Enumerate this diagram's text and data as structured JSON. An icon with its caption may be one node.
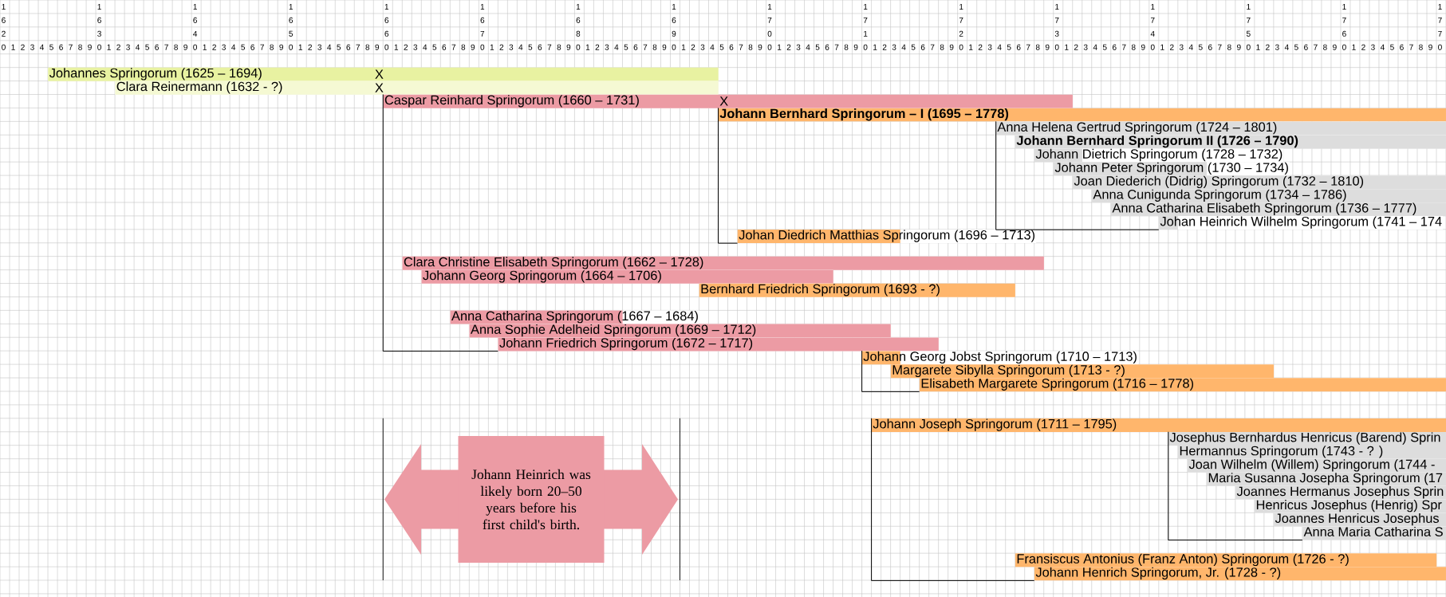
{
  "diagram": {
    "nodes": [
      {
        "text": [
          "Johannes Springorum (1625 – 1694)"
        ]
      },
      {
        "text": [
          "Clara Reinermann (1632 - ?)"
        ]
      },
      {
        "text": [
          "Caspar Reinhard Springorum (1660 – 1731)"
        ]
      },
      {
        "text": [
          "Johann Bernhard Springorum – I (1695 – 1778)"
        ]
      },
      {
        "text": [
          "Anna Helena Gertrud Springorum (1724 – 1801)"
        ]
      },
      {
        "text": [
          "Johann Bernhard Springorum II (1726 – 1790)"
        ]
      },
      {
        "text": [
          "Johann Dietrich Springorum (1728 – 1732)"
        ]
      },
      {
        "text": [
          "Johann Peter Springorum (1730 – 1734)"
        ]
      },
      {
        "text": [
          "Joan Diederich (Didrig) Springorum (1732 – 1810)"
        ]
      },
      {
        "text": [
          "Anna Cunigunda Springorum (1734 – 1786)"
        ]
      },
      {
        "text": [
          "Anna Catharina Elisabeth Springorum (1736 – 1777)"
        ]
      },
      {
        "text": [
          "Johan Heinrich Wilhelm Springorum (1741 – 174"
        ]
      },
      {
        "text": [
          "Johan Diedrich Matthias Springorum (1696 – 1713)"
        ]
      },
      {
        "text": [
          "Clara Christine Elisabeth Springorum (1662 – 1728)"
        ]
      },
      {
        "text": [
          "Johann Georg Springorum (1664 – 1706)"
        ]
      },
      {
        "text": [
          "Bernhard Friedrich Springorum (1693 - ?)"
        ]
      },
      {
        "text": [
          "Anna Catharina Springorum (1667 – 1684)"
        ]
      },
      {
        "text": [
          "Anna Sophie Adelheid Springorum (1669 – 1712)"
        ]
      },
      {
        "text": [
          "Johann Friedrich Springorum (1672 – 1717)"
        ]
      },
      {
        "text": [
          "Johann Georg Jobst Springorum (1710 – 1713)"
        ]
      },
      {
        "text": [
          "Margarete Sibylla Springorum (1713 - ?)"
        ]
      },
      {
        "text": [
          "Elisabeth Margarete Springorum (1716 – 1778)"
        ]
      },
      {
        "text": [
          "Johann Joseph Springorum (1711 – 1795)"
        ]
      },
      {
        "text": [
          "Josephus Bernhardus Henricus (Barend) Sprin"
        ]
      },
      {
        "text": [
          "Hermannus Springorum (1743 - ? )"
        ]
      },
      {
        "text": [
          "Joan Wilhelm (Willem) Springorum (1744 -"
        ]
      },
      {
        "text": [
          "Maria Susanna Josepha Springorum (17"
        ]
      },
      {
        "text": [
          "Joannes Hermanus Josephus Sprin"
        ]
      },
      {
        "text": [
          "Henricus Josephus (Henrig) Spr"
        ]
      },
      {
        "text": [
          "Joannes Henricus Josephus"
        ]
      },
      {
        "text": [
          "Anna Maria Catharina S"
        ]
      },
      {
        "text": [
          "Fransiscus Antonius (Franz Anton) Springorum (1726 - ?)"
        ]
      },
      {
        "text": [
          "Johann Henrich Springorum, Jr. (1728 - ?)"
        ]
      },
      {
        "text": [
          "Johann Heinrich was likely born 20–50 years before his first child's birth."
        ]
      }
    ],
    "edges": [
      {
        "from": 2,
        "to": 18,
        "arrow": "none"
      },
      {
        "from": 3,
        "to": 12,
        "arrow": "none"
      },
      {
        "from": 4,
        "to": 11,
        "arrow": "none"
      },
      {
        "from": 19,
        "to": 21,
        "arrow": "none"
      },
      {
        "from": 22,
        "to": 32,
        "arrow": "none"
      },
      {
        "from": 23,
        "to": 30,
        "arrow": "none"
      }
    ],
    "labels": [
      "1",
      "1",
      "1",
      "1",
      "1",
      "1",
      "1",
      "1",
      "1",
      "1",
      "1",
      "1",
      "1",
      "1",
      "1",
      "1",
      "6",
      "6",
      "6",
      "6",
      "6",
      "6",
      "6",
      "6",
      "7",
      "7",
      "7",
      "7",
      "7",
      "7",
      "7",
      "7",
      "2",
      "3",
      "4",
      "5",
      "6",
      "7",
      "8",
      "9",
      "0",
      "1",
      "2",
      "3",
      "4",
      "5",
      "6",
      "7",
      "0",
      "1",
      "2",
      "3",
      "4",
      "5",
      "6",
      "7",
      "8",
      "9",
      "0",
      "1",
      "2",
      "3",
      "4",
      "5",
      "6",
      "7",
      "8",
      "9",
      "0",
      "1",
      "2",
      "3",
      "4",
      "5",
      "6",
      "7",
      "8",
      "9",
      "0",
      "1",
      "2",
      "3",
      "4",
      "5",
      "6",
      "7",
      "8",
      "9",
      "0",
      "1",
      "2",
      "3",
      "4",
      "5",
      "6",
      "7",
      "8",
      "9",
      "0",
      "1",
      "2",
      "3",
      "4",
      "5",
      "6",
      "7",
      "8",
      "9",
      "0",
      "1",
      "2",
      "3",
      "4",
      "5",
      "6",
      "7",
      "8",
      "9",
      "0",
      "1",
      "2",
      "3",
      "4",
      "5",
      "6",
      "7",
      "8",
      "9",
      "0",
      "1",
      "2",
      "3",
      "4",
      "5",
      "6",
      "7",
      "8",
      "9",
      "0",
      "1",
      "2",
      "3",
      "4",
      "5",
      "6",
      "7",
      "8",
      "9",
      "0",
      "1",
      "2",
      "3",
      "4",
      "5",
      "6",
      "7",
      "8",
      "9",
      "0",
      "1",
      "2",
      "3",
      "4",
      "5",
      "6",
      "7",
      "8",
      "9",
      "0",
      "1",
      "2",
      "3",
      "4",
      "5",
      "6",
      "7",
      "8",
      "9",
      "0",
      "1",
      "2",
      "3",
      "4",
      "5",
      "6",
      "7",
      "8",
      "9",
      "0",
      "1",
      "2",
      "3",
      "4",
      "5",
      "6",
      "7",
      "8",
      "9",
      "0",
      "X",
      "X",
      "X"
    ]
  }
}
